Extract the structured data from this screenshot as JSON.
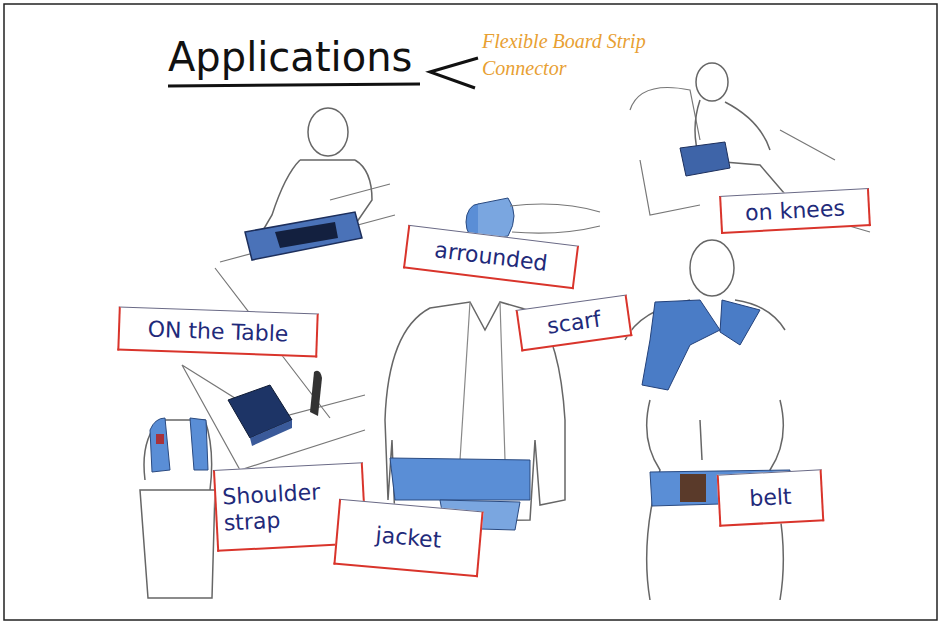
{
  "diagram": {
    "title": "Applications",
    "nodes": [
      {
        "text": [
          "on knees"
        ]
      },
      {
        "text": [
          "arrounded"
        ]
      },
      {
        "text": [
          "scarf"
        ]
      },
      {
        "text": [
          "ON the Table"
        ]
      },
      {
        "text": [
          "Shoulder strap"
        ]
      },
      {
        "text": [
          "belt"
        ]
      },
      {
        "text": [
          "jacket"
        ]
      }
    ],
    "labels": [
      "Flexible Board Strip Connector"
    ]
  }
}
